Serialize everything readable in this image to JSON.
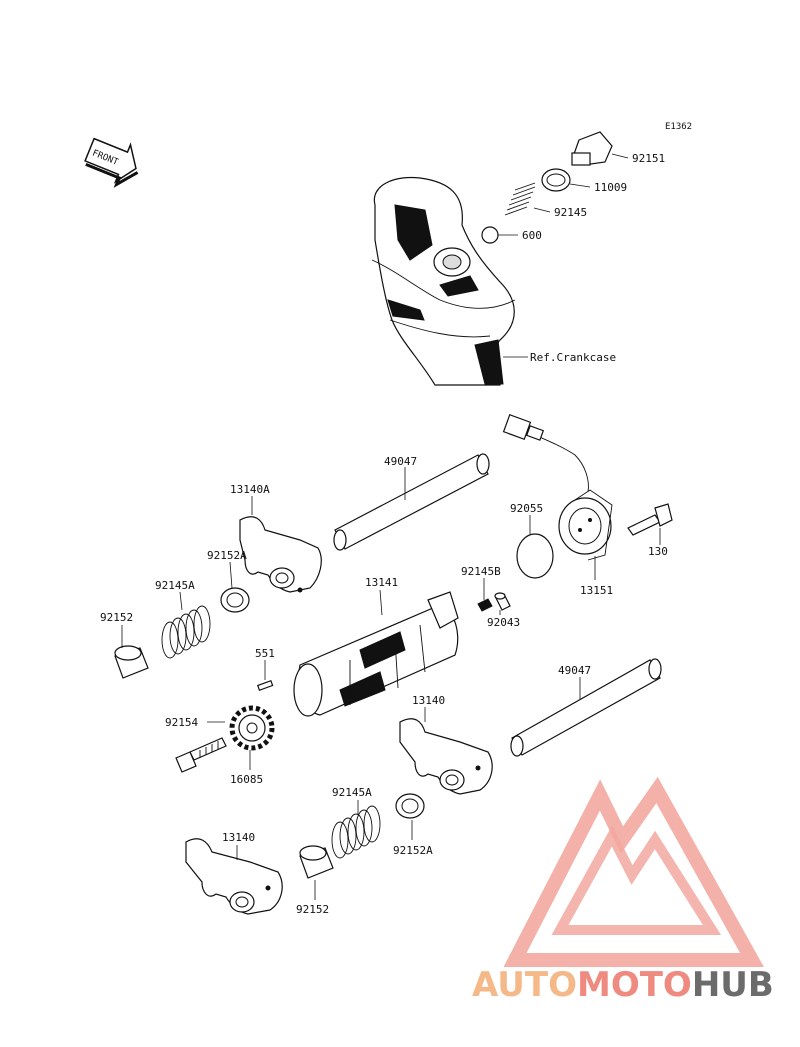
{
  "diagram_code": "E1362",
  "front_label": "FRONT",
  "ref_label": "Ref.Crankcase",
  "parts": {
    "p92151": "92151",
    "p11009": "11009",
    "p92145": "92145",
    "p600": "600",
    "p49047_top": "49047",
    "p13140A": "13140A",
    "p92055": "92055",
    "p130": "130",
    "p92152A_top": "92152A",
    "p92145A_top": "92145A",
    "p92152_top": "92152",
    "p13141": "13141",
    "p92145B": "92145B",
    "p13151": "13151",
    "p92043": "92043",
    "p551": "551",
    "p49047_bottom": "49047",
    "p92154": "92154",
    "p13140_mid": "13140",
    "p16085": "16085",
    "p92145A_bottom": "92145A",
    "p92152A_bottom": "92152A",
    "p13140_bottom": "13140",
    "p92152_bottom": "92152"
  },
  "watermark": {
    "part1": "AUTO",
    "part2": "MOTO",
    "part3": "HUB",
    "color_light": "#f5b888",
    "color_mid": "#ef8a80",
    "color_dark": "#6b6b6b"
  }
}
